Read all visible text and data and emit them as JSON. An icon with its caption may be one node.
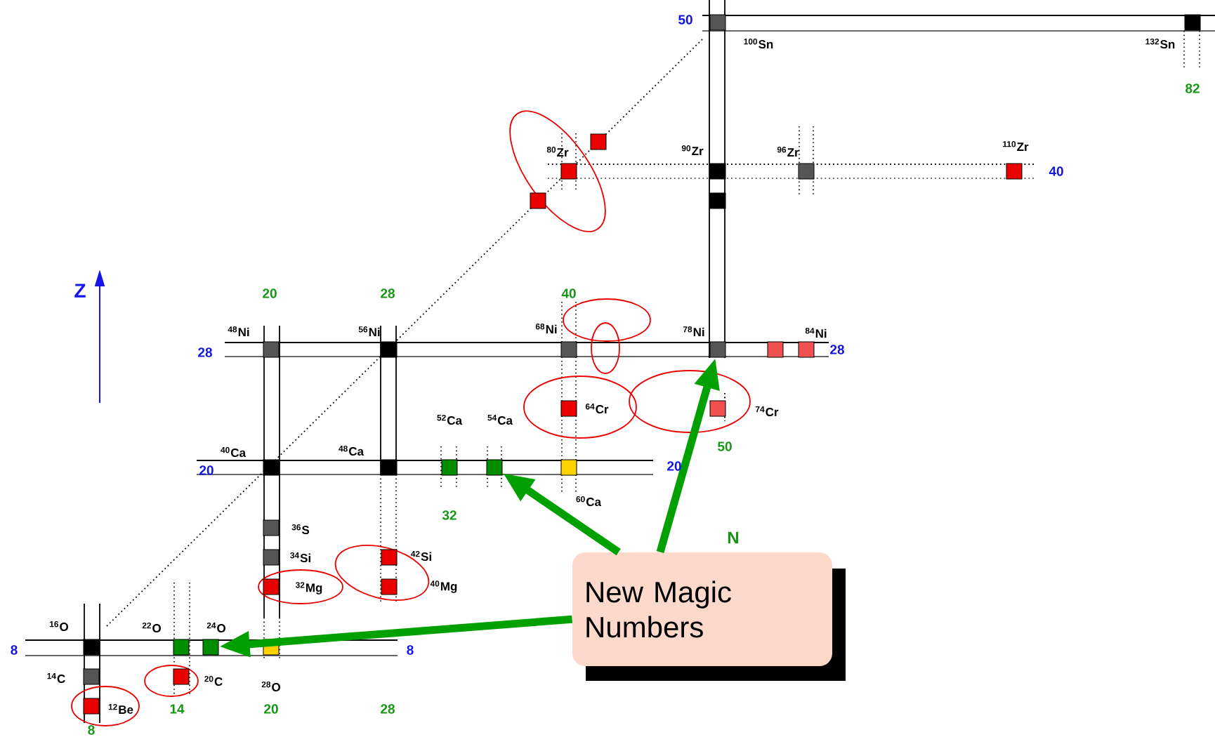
{
  "diagram": {
    "nodes": [
      {
        "text": [],
        "shape": "box",
        "beside": [
          "$^{100}$Sn"
        ]
      },
      {
        "text": [],
        "shape": "box",
        "beside": [
          "$^{132}$Sn"
        ]
      },
      {
        "text": [],
        "shape": "box"
      },
      {
        "text": [],
        "shape": "box",
        "beside": [
          "$^{80}$Zr"
        ]
      },
      {
        "text": [],
        "shape": "box",
        "beside": [
          "$^{90}$Zr"
        ]
      },
      {
        "text": [],
        "shape": "box",
        "beside": [
          "$^{96}$Zr"
        ]
      },
      {
        "text": [],
        "shape": "box",
        "beside": [
          "$^{110}$Zr"
        ]
      },
      {
        "text": [],
        "shape": "box"
      },
      {
        "text": [],
        "shape": "box"
      },
      {
        "text": [],
        "shape": "box",
        "beside": [
          "$^{48}$Ni"
        ]
      },
      {
        "text": [],
        "shape": "box",
        "beside": [
          "$^{56}$Ni"
        ]
      },
      {
        "text": [],
        "shape": "box",
        "beside": [
          "$^{68}$Ni"
        ]
      },
      {
        "text": [],
        "shape": "box",
        "beside": [
          "$^{78}$Ni"
        ]
      },
      {
        "text": [],
        "shape": "box"
      },
      {
        "text": [],
        "shape": "box",
        "beside": [
          "$^{84}$Ni"
        ]
      },
      {
        "text": [],
        "shape": "box",
        "beside": [
          "$^{64}$Cr"
        ]
      },
      {
        "text": [],
        "shape": "box",
        "beside": [
          "$^{74}$Cr"
        ]
      },
      {
        "text": [],
        "shape": "box",
        "beside": [
          "$^{40}$Ca"
        ]
      },
      {
        "text": [],
        "shape": "box",
        "beside": [
          "$^{48}$Ca"
        ]
      },
      {
        "text": [],
        "shape": "box",
        "beside": [
          "$^{52}$Ca"
        ]
      },
      {
        "text": [],
        "shape": "box",
        "beside": [
          "$^{54}$Ca"
        ]
      },
      {
        "text": [],
        "shape": "box",
        "beside": [
          "$^{60}$Ca"
        ]
      },
      {
        "text": [],
        "shape": "box",
        "beside": [
          "$^{36}$S"
        ]
      },
      {
        "text": [],
        "shape": "box",
        "beside": [
          "$^{34}$Si"
        ]
      },
      {
        "text": [],
        "shape": "box",
        "beside": [
          "$^{42}$Si"
        ]
      },
      {
        "text": [],
        "shape": "box",
        "beside": [
          "$^{32}$Mg"
        ]
      },
      {
        "text": [],
        "shape": "box",
        "beside": [
          "$^{40}$Mg"
        ]
      },
      {
        "text": [
          "New Magic Numbers"
        ]
      },
      {
        "text": [],
        "shape": "box",
        "beside": [
          "$^{16}$O"
        ]
      },
      {
        "text": [],
        "shape": "box",
        "beside": [
          "$^{22}$O"
        ]
      },
      {
        "text": [],
        "shape": "box",
        "beside": [
          "$^{24}$O"
        ]
      },
      {
        "text": [],
        "shape": "box",
        "beside": [
          "$^{28}$O"
        ]
      },
      {
        "text": [],
        "shape": "box",
        "beside": [
          "$^{14}$C"
        ]
      },
      {
        "text": [],
        "shape": "box",
        "beside": [
          "$^{20}$C"
        ]
      },
      {
        "text": [],
        "shape": "box",
        "beside": [
          "$^{12}$Be"
        ]
      }
    ],
    "edges": [
      {
        "from": 27,
        "to": 12,
        "arrow": "to"
      },
      {
        "from": 27,
        "to": 20,
        "arrow": "to"
      },
      {
        "from": 27,
        "to": 30,
        "arrow": "to"
      }
    ],
    "labels": [
      "50",
      "82",
      "40",
      "Z",
      "20",
      "28",
      "40",
      "28",
      "28",
      "50",
      "20",
      "20",
      "32",
      "N",
      "8",
      "8",
      "14",
      "20",
      "28",
      "8"
    ]
  }
}
